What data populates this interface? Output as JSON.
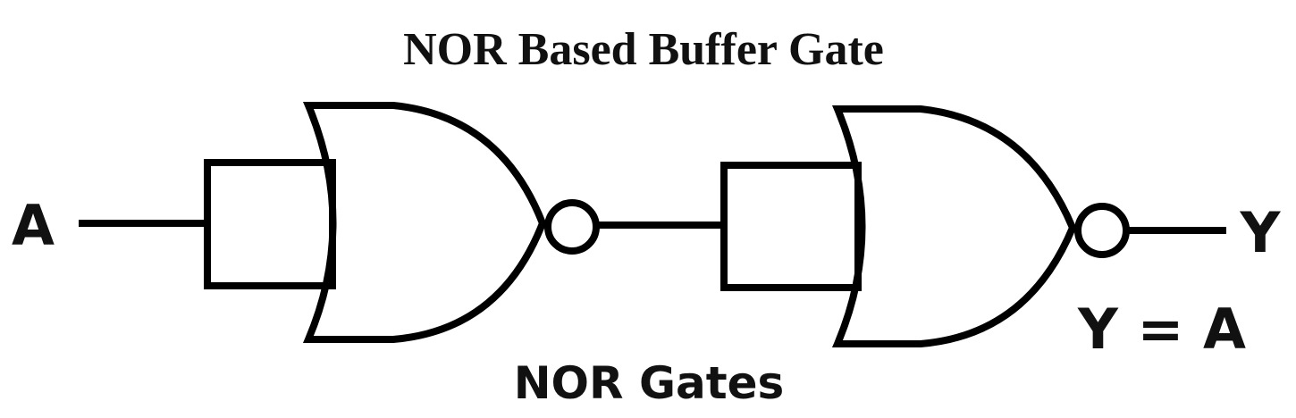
{
  "title": "NOR Based Buffer Gate",
  "input_label": "A",
  "output_label": "Y",
  "equation": "Y = A",
  "caption": "NOR Gates"
}
